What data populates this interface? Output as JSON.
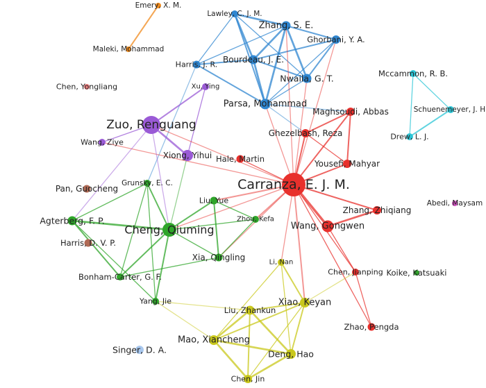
{
  "clusters": {
    "red": "#e8302c",
    "green": "#2fa52a",
    "blue": "#2f86d0",
    "yellow": "#c9c81c",
    "purple": "#9a5ad6",
    "cyan": "#2cc5d6",
    "orange": "#f08a1c",
    "brown": "#b06a55",
    "pink": "#f08080",
    "magenta": "#d050c0",
    "lightblue": "#a9c8ee"
  },
  "nodes": [
    {
      "id": "emery",
      "label": "Emery, X. M.",
      "cluster": "orange",
      "weight": 1
    },
    {
      "id": "maleki",
      "label": "Maleki, Mohammad",
      "cluster": "orange",
      "weight": 1
    },
    {
      "id": "lawley",
      "label": "Lawley, C. J. M.",
      "cluster": "blue",
      "weight": 2
    },
    {
      "id": "zhangse",
      "label": "Zhang, S. E.",
      "cluster": "blue",
      "weight": 3
    },
    {
      "id": "ghorbani",
      "label": "Ghorbani, Y. A.",
      "cluster": "blue",
      "weight": 2
    },
    {
      "id": "harrisjr",
      "label": "Harris, J. R.",
      "cluster": "blue",
      "weight": 2
    },
    {
      "id": "bourdeau",
      "label": "Bourdeau, J. E.",
      "cluster": "blue",
      "weight": 3
    },
    {
      "id": "nwaila",
      "label": "Nwaila, G. T.",
      "cluster": "blue",
      "weight": 3
    },
    {
      "id": "parsa",
      "label": "Parsa, Mohammad",
      "cluster": "blue",
      "weight": 4
    },
    {
      "id": "chenyl",
      "label": "Chen, Yongliang",
      "cluster": "pink",
      "weight": 1
    },
    {
      "id": "mccammon",
      "label": "Mccammon, R. B.",
      "cluster": "cyan",
      "weight": 2
    },
    {
      "id": "schuen",
      "label": "Schuenemeyer, J. H.",
      "cluster": "cyan",
      "weight": 2
    },
    {
      "id": "drew",
      "label": "Drew, L. J.",
      "cluster": "cyan",
      "weight": 2
    },
    {
      "id": "xuying",
      "label": "Xu, Ying",
      "cluster": "purple",
      "weight": 2
    },
    {
      "id": "zuo",
      "label": "Zuo, Renguang",
      "cluster": "purple",
      "weight": 8
    },
    {
      "id": "wangziye",
      "label": "Wang, Ziye",
      "cluster": "purple",
      "weight": 2
    },
    {
      "id": "xiong",
      "label": "Xiong, Yihui",
      "cluster": "purple",
      "weight": 3
    },
    {
      "id": "maghsoudi",
      "label": "Maghsoudi, Abbas",
      "cluster": "red",
      "weight": 2
    },
    {
      "id": "ghezelbash",
      "label": "Ghezelbash, Reza",
      "cluster": "red",
      "weight": 2
    },
    {
      "id": "hale",
      "label": "Hale, Martin",
      "cluster": "red",
      "weight": 2
    },
    {
      "id": "yousefi",
      "label": "Yousefi, Mahyar",
      "cluster": "red",
      "weight": 2
    },
    {
      "id": "carranza",
      "label": "Carranza, E. J. M.",
      "cluster": "red",
      "weight": 10
    },
    {
      "id": "zhangzq",
      "label": "Zhang, Zhiqiang",
      "cluster": "red",
      "weight": 2
    },
    {
      "id": "wanggw",
      "label": "Wang, Gongwen",
      "cluster": "red",
      "weight": 4
    },
    {
      "id": "abedi",
      "label": "Abedi, Maysam",
      "cluster": "magenta",
      "weight": 1
    },
    {
      "id": "pan",
      "label": "Pan, Guocheng",
      "cluster": "brown",
      "weight": 2
    },
    {
      "id": "harrisdvp",
      "label": "Harris, D. V. P.",
      "cluster": "brown",
      "weight": 2
    },
    {
      "id": "grunsky",
      "label": "Grunsky, E. C.",
      "cluster": "green",
      "weight": 2
    },
    {
      "id": "liuyue",
      "label": "Liu, Yue",
      "cluster": "green",
      "weight": 2
    },
    {
      "id": "zhoukefa",
      "label": "Zhou, Kefa",
      "cluster": "green",
      "weight": 2
    },
    {
      "id": "agterberg",
      "label": "Agterberg, F. P.",
      "cluster": "green",
      "weight": 3
    },
    {
      "id": "cheng",
      "label": "Cheng, Qiuming",
      "cluster": "green",
      "weight": 6
    },
    {
      "id": "xia",
      "label": "Xia, Qingling",
      "cluster": "green",
      "weight": 2
    },
    {
      "id": "bonham",
      "label": "Bonham-Carter, G. F.",
      "cluster": "green",
      "weight": 2
    },
    {
      "id": "yangjie",
      "label": "Yang, Jie",
      "cluster": "green",
      "weight": 2
    },
    {
      "id": "linan",
      "label": "Li, Nan",
      "cluster": "yellow",
      "weight": 2
    },
    {
      "id": "chenjp",
      "label": "Chen, Jianping",
      "cluster": "red",
      "weight": 2
    },
    {
      "id": "koike",
      "label": "Koike, Katsuaki",
      "cluster": "green",
      "weight": 1
    },
    {
      "id": "xiao",
      "label": "Xiao, Keyan",
      "cluster": "yellow",
      "weight": 3
    },
    {
      "id": "liuzk",
      "label": "Liu, Zhankun",
      "cluster": "yellow",
      "weight": 3
    },
    {
      "id": "mao",
      "label": "Mao, Xiancheng",
      "cluster": "yellow",
      "weight": 3
    },
    {
      "id": "deng",
      "label": "Deng, Hao",
      "cluster": "yellow",
      "weight": 3
    },
    {
      "id": "chenjin",
      "label": "Chen, Jin",
      "cluster": "yellow",
      "weight": 2
    },
    {
      "id": "zhao",
      "label": "Zhao, Pengda",
      "cluster": "red",
      "weight": 2
    },
    {
      "id": "singer",
      "label": "Singer, D. A.",
      "cluster": "lightblue",
      "weight": 2
    }
  ],
  "edges": [
    [
      "emery",
      "maleki",
      2
    ],
    [
      "lawley",
      "zhangse",
      3
    ],
    [
      "lawley",
      "harrisjr",
      1
    ],
    [
      "lawley",
      "bourdeau",
      3
    ],
    [
      "lawley",
      "parsa",
      2
    ],
    [
      "lawley",
      "nwaila",
      1
    ],
    [
      "zhangse",
      "ghorbani",
      2
    ],
    [
      "zhangse",
      "bourdeau",
      3
    ],
    [
      "zhangse",
      "parsa",
      3
    ],
    [
      "zhangse",
      "nwaila",
      3
    ],
    [
      "zhangse",
      "harrisjr",
      1
    ],
    [
      "ghorbani",
      "bourdeau",
      2
    ],
    [
      "ghorbani",
      "nwaila",
      2
    ],
    [
      "ghorbani",
      "parsa",
      1
    ],
    [
      "bourdeau",
      "harrisjr",
      2
    ],
    [
      "bourdeau",
      "nwaila",
      2
    ],
    [
      "bourdeau",
      "parsa",
      3
    ],
    [
      "harrisjr",
      "parsa",
      2
    ],
    [
      "nwaila",
      "parsa",
      1
    ],
    [
      "harrisjr",
      "grunsky",
      1
    ],
    [
      "parsa",
      "carranza",
      1
    ],
    [
      "parsa",
      "ghezelbash",
      1
    ],
    [
      "parsa",
      "maghsoudi",
      1
    ],
    [
      "zhangse",
      "carranza",
      1
    ],
    [
      "nwaila",
      "carranza",
      1
    ],
    [
      "ghorbani",
      "carranza",
      1
    ],
    [
      "mccammon",
      "schuen",
      1
    ],
    [
      "mccammon",
      "drew",
      1
    ],
    [
      "schuen",
      "drew",
      2
    ],
    [
      "zuo",
      "xuying",
      2
    ],
    [
      "zuo",
      "xiong",
      3
    ],
    [
      "xuying",
      "xiong",
      1
    ],
    [
      "zuo",
      "wangziye",
      1
    ],
    [
      "wangziye",
      "carranza",
      1
    ],
    [
      "zuo",
      "carranza",
      1
    ],
    [
      "zuo",
      "cheng",
      1
    ],
    [
      "zuo",
      "agterberg",
      1
    ],
    [
      "xiong",
      "cheng",
      1
    ],
    [
      "carranza",
      "maghsoudi",
      2
    ],
    [
      "carranza",
      "ghezelbash",
      2
    ],
    [
      "carranza",
      "yousefi",
      2
    ],
    [
      "carranza",
      "hale",
      1
    ],
    [
      "carranza",
      "zhangzq",
      2
    ],
    [
      "carranza",
      "wanggw",
      4
    ],
    [
      "carranza",
      "chenjp",
      1
    ],
    [
      "carranza",
      "zhao",
      1
    ],
    [
      "ghezelbash",
      "maghsoudi",
      2
    ],
    [
      "maghsoudi",
      "yousefi",
      2
    ],
    [
      "ghezelbash",
      "yousefi",
      1
    ],
    [
      "wanggw",
      "zhangzq",
      3
    ],
    [
      "wanggw",
      "chenjp",
      1
    ],
    [
      "carranza",
      "liuyue",
      2
    ],
    [
      "carranza",
      "zhoukefa",
      2
    ],
    [
      "carranza",
      "cheng",
      1
    ],
    [
      "carranza",
      "xia",
      1
    ],
    [
      "carranza",
      "linan",
      1
    ],
    [
      "carranza",
      "xiao",
      2
    ],
    [
      "chenjp",
      "xiao",
      1
    ],
    [
      "chenjp",
      "zhao",
      1
    ],
    [
      "cheng",
      "agterberg",
      3
    ],
    [
      "cheng",
      "grunsky",
      2
    ],
    [
      "cheng",
      "liuyue",
      2
    ],
    [
      "cheng",
      "zhoukefa",
      1
    ],
    [
      "cheng",
      "xia",
      1
    ],
    [
      "cheng",
      "bonham",
      2
    ],
    [
      "cheng",
      "yangjie",
      2
    ],
    [
      "agterberg",
      "grunsky",
      1
    ],
    [
      "agterberg",
      "bonham",
      2
    ],
    [
      "agterberg",
      "yangjie",
      1
    ],
    [
      "grunsky",
      "bonham",
      1
    ],
    [
      "grunsky",
      "yangjie",
      1
    ],
    [
      "liuyue",
      "zhoukefa",
      1
    ],
    [
      "liuyue",
      "xia",
      2
    ],
    [
      "zhoukefa",
      "xia",
      1
    ],
    [
      "bonham",
      "xia",
      1
    ],
    [
      "yangjie",
      "liuzk",
      1
    ],
    [
      "yangjie",
      "mao",
      1
    ],
    [
      "linan",
      "xiao",
      2
    ],
    [
      "linan",
      "mao",
      1
    ],
    [
      "linan",
      "deng",
      1
    ],
    [
      "xiao",
      "liuzk",
      2
    ],
    [
      "xiao",
      "mao",
      2
    ],
    [
      "xiao",
      "deng",
      2
    ],
    [
      "xiao",
      "chenjin",
      1
    ],
    [
      "liuzk",
      "mao",
      3
    ],
    [
      "liuzk",
      "deng",
      3
    ],
    [
      "liuzk",
      "chenjin",
      2
    ],
    [
      "mao",
      "deng",
      3
    ],
    [
      "mao",
      "chenjin",
      3
    ],
    [
      "deng",
      "chenjin",
      3
    ]
  ]
}
